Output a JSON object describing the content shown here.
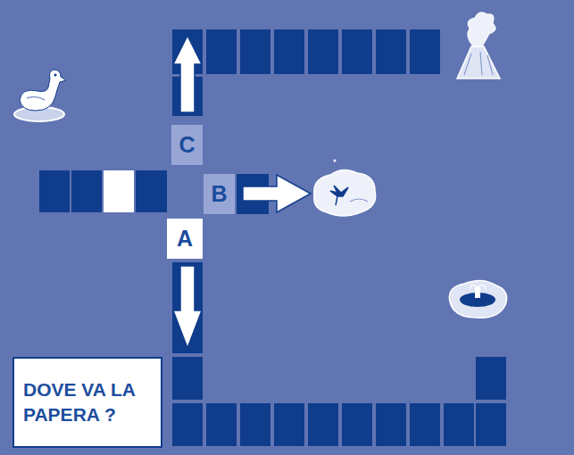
{
  "diagram": {
    "nodes": [
      {
        "text": [
          "C"
        ]
      },
      {
        "text": [
          "B"
        ]
      },
      {
        "text": [
          "A"
        ]
      },
      {
        "text": [
          "DOVE VA LA PAPERA ?"
        ]
      }
    ]
  }
}
